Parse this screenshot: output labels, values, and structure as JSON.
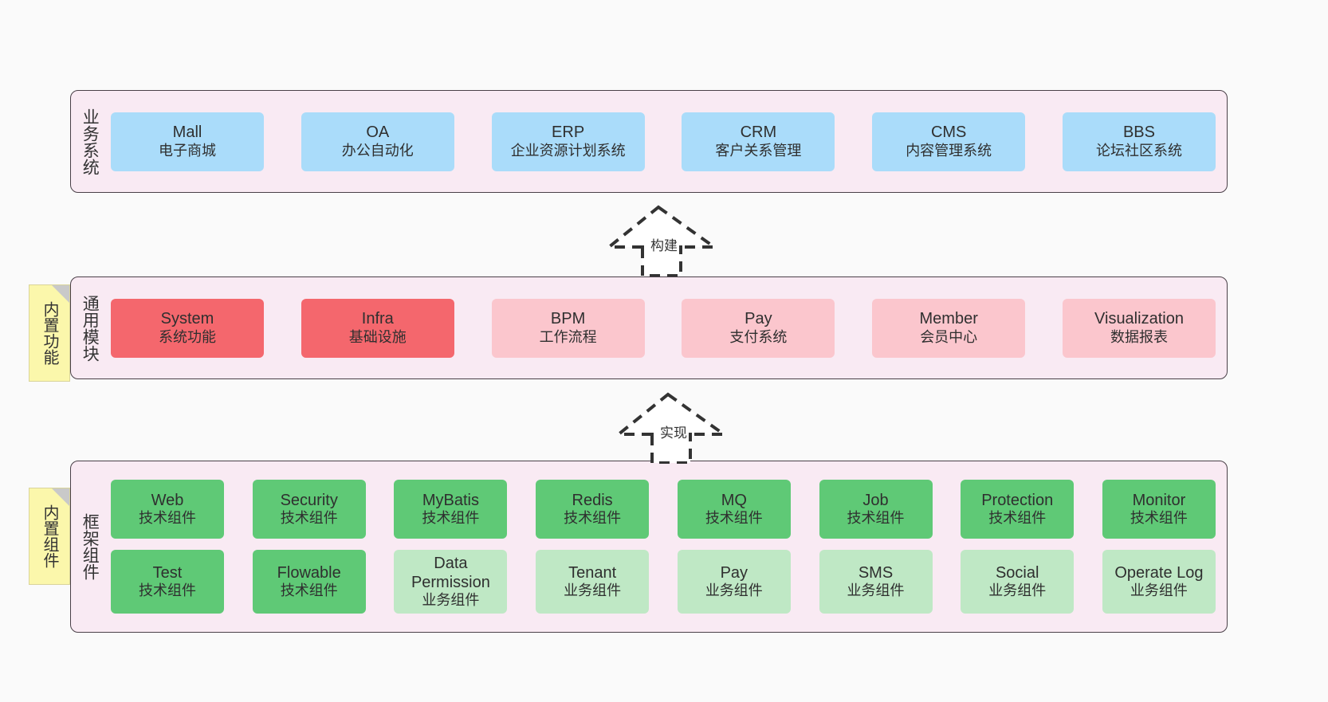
{
  "diagram": {
    "background": "#fafafa",
    "layers": [
      {
        "id": "business-systems",
        "title": "业务系统",
        "rows": [
          [
            {
              "en": "Mall",
              "cn": "电子商城",
              "color": "#aadcfa",
              "style": "c-blue"
            },
            {
              "en": "OA",
              "cn": "办公自动化",
              "color": "#aadcfa",
              "style": "c-blue"
            },
            {
              "en": "ERP",
              "cn": "企业资源计划系统",
              "color": "#aadcfa",
              "style": "c-blue"
            },
            {
              "en": "CRM",
              "cn": "客户关系管理",
              "color": "#aadcfa",
              "style": "c-blue"
            },
            {
              "en": "CMS",
              "cn": "内容管理系统",
              "color": "#aadcfa",
              "style": "c-blue"
            },
            {
              "en": "BBS",
              "cn": "论坛社区系统",
              "color": "#aadcfa",
              "style": "c-blue"
            }
          ]
        ]
      },
      {
        "id": "common-modules",
        "title": "通用模块",
        "note": "内置功能",
        "rows": [
          [
            {
              "en": "System",
              "cn": "系统功能",
              "color": "#f4676d",
              "style": "c-red"
            },
            {
              "en": "Infra",
              "cn": "基础设施",
              "color": "#f4676d",
              "style": "c-red"
            },
            {
              "en": "BPM",
              "cn": "工作流程",
              "color": "#fbc6cd",
              "style": "c-pink"
            },
            {
              "en": "Pay",
              "cn": "支付系统",
              "color": "#fbc6cd",
              "style": "c-pink"
            },
            {
              "en": "Member",
              "cn": "会员中心",
              "color": "#fbc6cd",
              "style": "c-pink"
            },
            {
              "en": "Visualization",
              "cn": "数据报表",
              "color": "#fbc6cd",
              "style": "c-pink"
            }
          ]
        ]
      },
      {
        "id": "framework-components",
        "title": "框架组件",
        "note": "内置组件",
        "rows": [
          [
            {
              "en": "Web",
              "cn": "技术组件",
              "color": "#5fc976",
              "style": "c-green"
            },
            {
              "en": "Security",
              "cn": "技术组件",
              "color": "#5fc976",
              "style": "c-green"
            },
            {
              "en": "MyBatis",
              "cn": "技术组件",
              "color": "#5fc976",
              "style": "c-green"
            },
            {
              "en": "Redis",
              "cn": "技术组件",
              "color": "#5fc976",
              "style": "c-green"
            },
            {
              "en": "MQ",
              "cn": "技术组件",
              "color": "#5fc976",
              "style": "c-green"
            },
            {
              "en": "Job",
              "cn": "技术组件",
              "color": "#5fc976",
              "style": "c-green"
            },
            {
              "en": "Protection",
              "cn": "技术组件",
              "color": "#5fc976",
              "style": "c-green"
            },
            {
              "en": "Monitor",
              "cn": "技术组件",
              "color": "#5fc976",
              "style": "c-green"
            }
          ],
          [
            {
              "en": "Test",
              "cn": "技术组件",
              "color": "#5fc976",
              "style": "c-green"
            },
            {
              "en": "Flowable",
              "cn": "技术组件",
              "color": "#5fc976",
              "style": "c-green"
            },
            {
              "en": "Data\nPermission",
              "cn": "业务组件",
              "color": "#bfe8c5",
              "style": "c-lightgrn"
            },
            {
              "en": "Tenant",
              "cn": "业务组件",
              "color": "#bfe8c5",
              "style": "c-lightgrn"
            },
            {
              "en": "Pay",
              "cn": "业务组件",
              "color": "#bfe8c5",
              "style": "c-lightgrn"
            },
            {
              "en": "SMS",
              "cn": "业务组件",
              "color": "#bfe8c5",
              "style": "c-lightgrn"
            },
            {
              "en": "Social",
              "cn": "业务组件",
              "color": "#bfe8c5",
              "style": "c-lightgrn"
            },
            {
              "en": "Operate Log",
              "cn": "业务组件",
              "color": "#bfe8c5",
              "style": "c-lightgrn"
            }
          ]
        ]
      }
    ],
    "connectors": [
      {
        "id": "build",
        "label": "构建",
        "from": "common-modules",
        "to": "business-systems"
      },
      {
        "id": "implement",
        "label": "实现",
        "from": "framework-components",
        "to": "common-modules"
      }
    ]
  }
}
